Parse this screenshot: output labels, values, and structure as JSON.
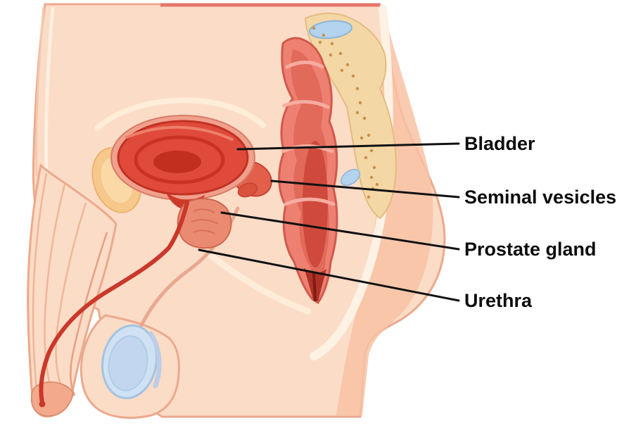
{
  "diagram": {
    "labels": [
      {
        "text": "Bladder"
      },
      {
        "text": "Seminal vesicles"
      },
      {
        "text": "Prostate gland"
      },
      {
        "text": "Urethra"
      }
    ],
    "colors": {
      "skin_fill": "#fbdcc7",
      "skin_outline": "#eca98c",
      "buttock_shade": "#f8c2a4",
      "organ_red": "#e04a3a",
      "rectum": "#ee8072",
      "bone": "#f3d7a5",
      "testicle_blue": "#cfe1f3",
      "leader_line": "#111111"
    }
  }
}
